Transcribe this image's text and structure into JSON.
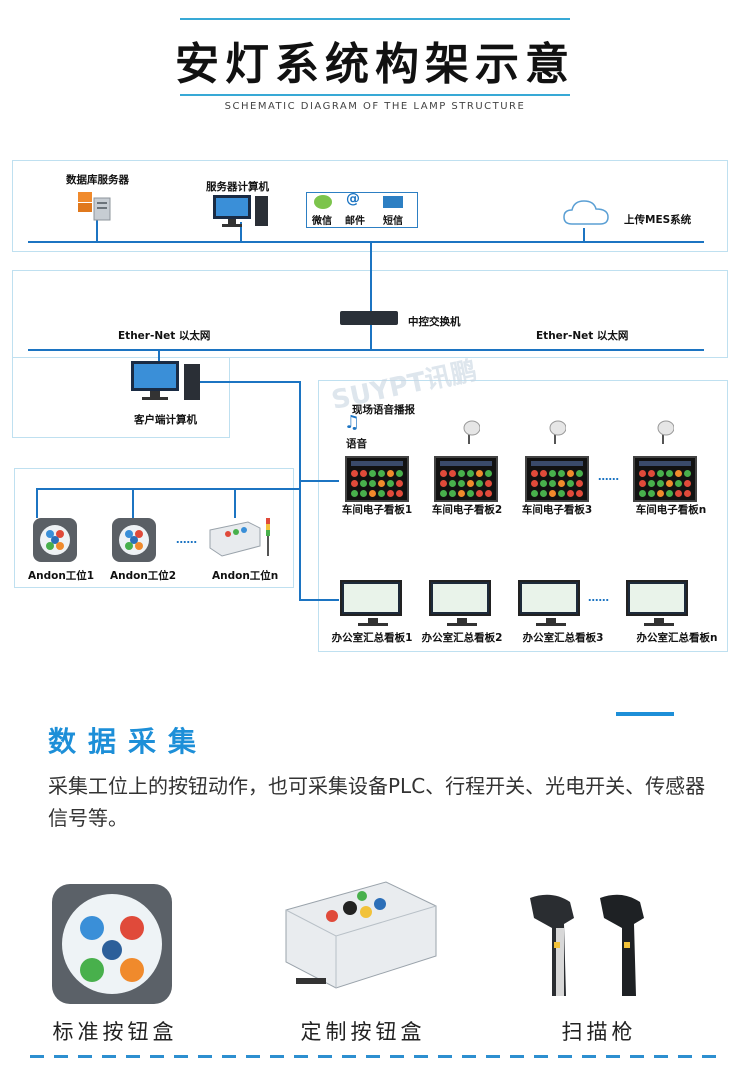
{
  "header": {
    "title": "安灯系统构架示意",
    "subtitle": "SCHEMATIC DIAGRAM OF THE LAMP STRUCTURE"
  },
  "diagram": {
    "db_server": "数据库服务器",
    "server_pc": "服务器计算机",
    "notify": {
      "wechat": "微信",
      "email": "邮件",
      "sms": "短信"
    },
    "mes": "上传MES系统",
    "switch": "中控交换机",
    "ethernet_left": "Ether-Net 以太网",
    "ethernet_right": "Ether-Net 以太网",
    "client_pc": "客户端计算机",
    "voice_broadcast": "现场语音播报",
    "voice": "语音",
    "watermark": "SUYPT讯鹏",
    "boards": [
      "车间电子看板1",
      "车间电子看板2",
      "车间电子看板3",
      "车间电子看板n"
    ],
    "offices": [
      "办公室汇总看板1",
      "办公室汇总看板2",
      "办公室汇总看板3",
      "办公室汇总看板n"
    ],
    "andons": [
      "Andon工位1",
      "Andon工位2",
      "Andon工位n"
    ],
    "ellipsis": "……"
  },
  "section": {
    "title": "数据采集",
    "description": "采集工位上的按钮动作，也可采集设备PLC、行程开关、光电开关、传感器信号等。"
  },
  "products": [
    {
      "label": "标准按钮盒"
    },
    {
      "label": "定制按钮盒"
    },
    {
      "label": "扫描枪"
    }
  ],
  "colors": {
    "accent": "#1d8fd8",
    "line": "#1c74c2",
    "frame": "#bfe0f0"
  }
}
